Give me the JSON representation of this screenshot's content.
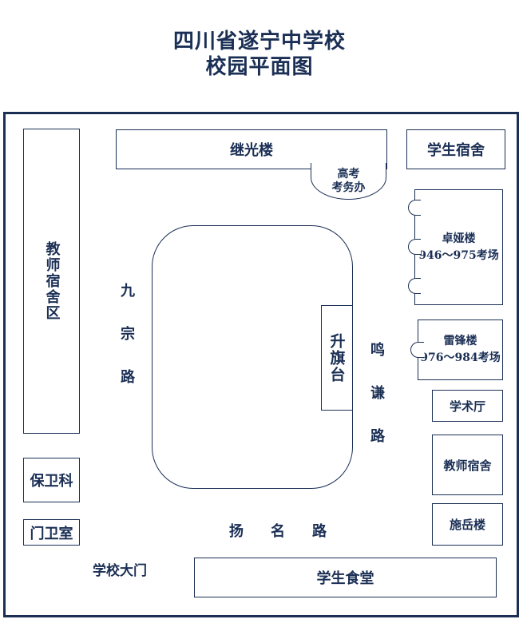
{
  "header": {
    "title": "四川省遂宁中学校",
    "subtitle": "校园平面图"
  },
  "buildings": {
    "teacher_dorm_area": "教师宿舍区",
    "security_office": "保卫科",
    "guard_room": "门卫室",
    "jiguang_building": "继光楼",
    "exam_office_line1": "高考",
    "exam_office_line2": "考务办",
    "student_dorm": "学生宿舍",
    "flag_platform": "升旗台",
    "zhuoya_building": "卓娅楼",
    "zhuoya_rooms": "946～975考场",
    "leifeng_building": "雷锋楼",
    "leifeng_rooms": "976～984考场",
    "lecture_hall": "学术厅",
    "teacher_dorm": "教师宿舍",
    "shiyue_building": "施岳楼",
    "student_canteen": "学生食堂",
    "school_gate": "学校大门"
  },
  "roads": {
    "jiuzong": "九宗路",
    "mingqian": "鸣谦路",
    "yangming": "扬名路"
  },
  "colors": {
    "primary": "#1b2f55",
    "background": "#ffffff"
  }
}
